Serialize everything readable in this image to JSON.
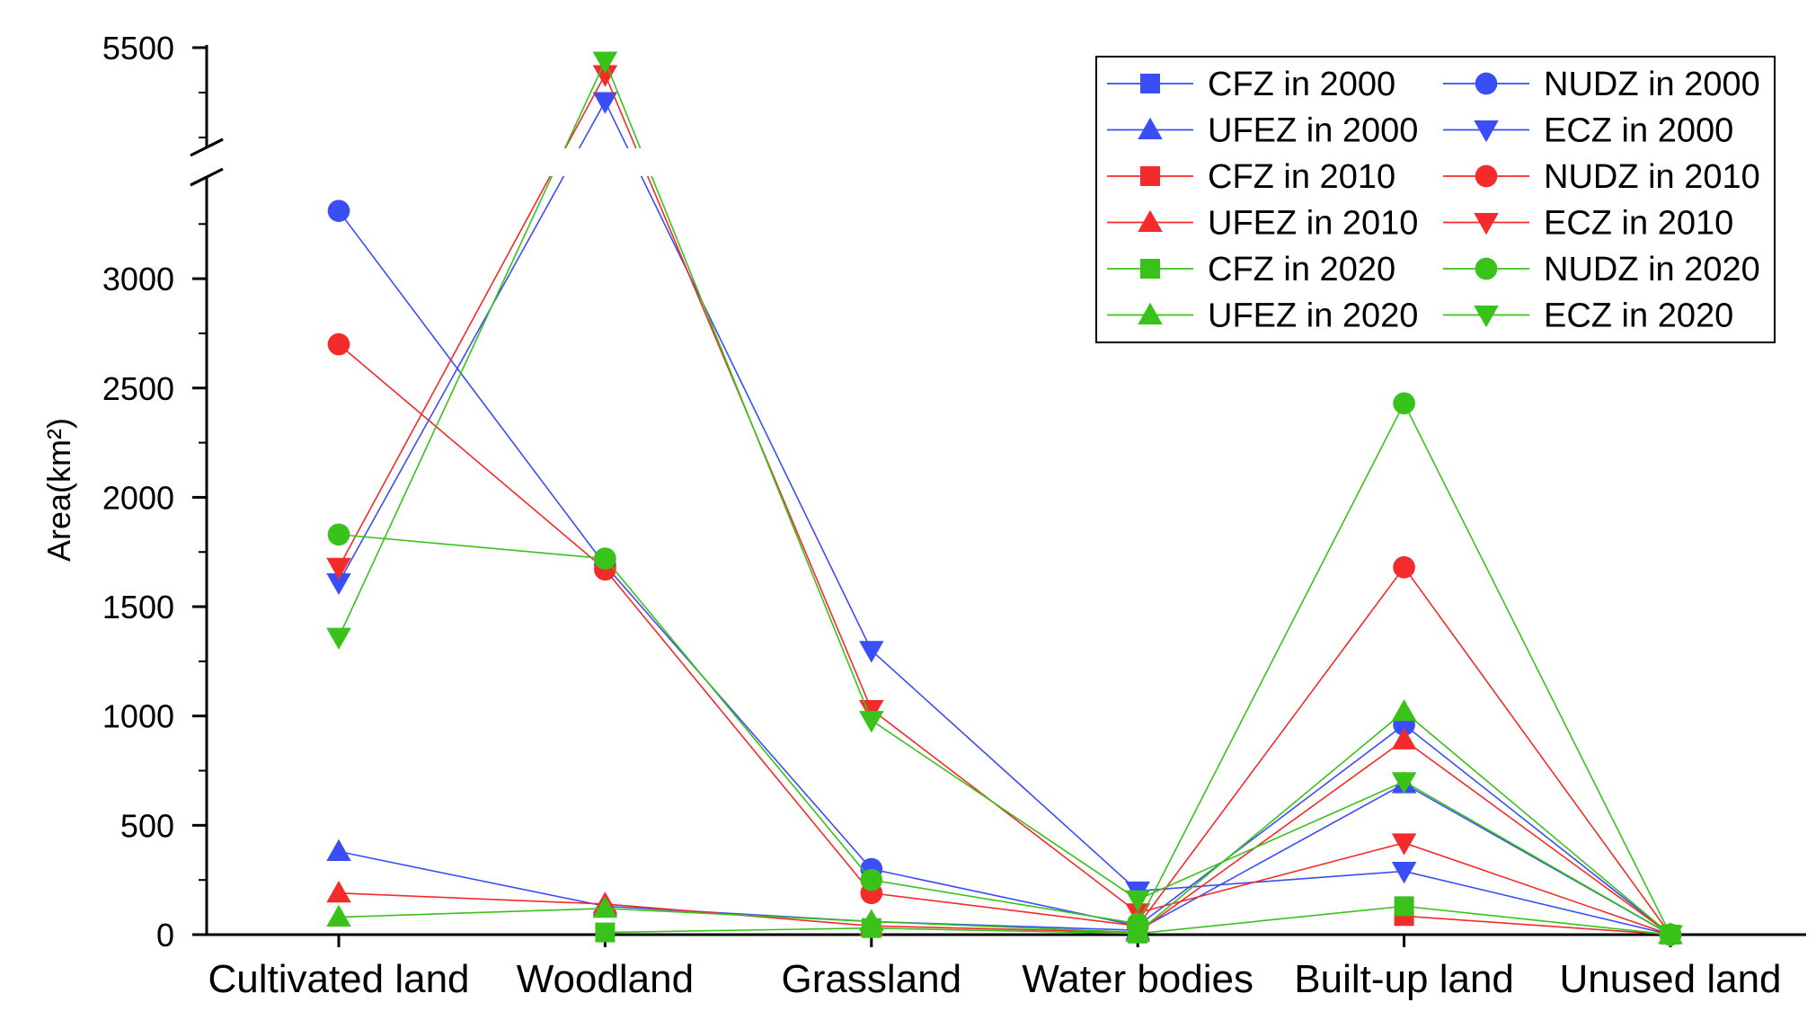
{
  "chart_data": {
    "type": "line",
    "title": "",
    "xlabel": "",
    "ylabel": "Area(km²)",
    "categories": [
      "Cultivated land",
      "Woodland",
      "Grassland",
      "Water bodies",
      "Built-up land",
      "Unused land"
    ],
    "y_axis": {
      "break": true,
      "lower_range": [
        0,
        3500
      ],
      "upper_range": [
        5100,
        5500
      ],
      "ticks": [
        0,
        500,
        1000,
        1500,
        2000,
        2500,
        3000,
        5500
      ]
    },
    "grid": false,
    "legend_position": "top-right",
    "colors": {
      "2000": "#3a4ef5",
      "2010": "#f52a2a",
      "2020": "#39c21a"
    },
    "series": [
      {
        "name": "CFZ in 2000",
        "zone": "CFZ",
        "year": "2000",
        "marker": "square",
        "values": [
          null,
          null,
          null,
          null,
          null,
          null
        ]
      },
      {
        "name": "NUDZ in 2000",
        "zone": "NUDZ",
        "year": "2000",
        "marker": "circle",
        "values": [
          3310,
          1690,
          300,
          40,
          960,
          0
        ]
      },
      {
        "name": "UFEZ in 2000",
        "zone": "UFEZ",
        "year": "2000",
        "marker": "triangle-up",
        "values": [
          380,
          130,
          60,
          20,
          690,
          0
        ]
      },
      {
        "name": "ECZ in 2000",
        "zone": "ECZ",
        "year": "2000",
        "marker": "triangle-down",
        "values": [
          1610,
          5380,
          1300,
          200,
          290,
          0
        ]
      },
      {
        "name": "CFZ in 2010",
        "zone": "CFZ",
        "year": "2010",
        "marker": "square",
        "values": [
          null,
          null,
          null,
          null,
          85,
          0
        ]
      },
      {
        "name": "NUDZ in 2010",
        "zone": "NUDZ",
        "year": "2010",
        "marker": "circle",
        "values": [
          2700,
          1670,
          190,
          40,
          1680,
          0
        ]
      },
      {
        "name": "UFEZ in 2010",
        "zone": "UFEZ",
        "year": "2010",
        "marker": "triangle-up",
        "values": [
          190,
          140,
          40,
          10,
          890,
          0
        ]
      },
      {
        "name": "ECZ in 2010",
        "zone": "ECZ",
        "year": "2010",
        "marker": "triangle-down",
        "values": [
          1680,
          5440,
          1030,
          100,
          420,
          0
        ]
      },
      {
        "name": "CFZ in 2020",
        "zone": "CFZ",
        "year": "2020",
        "marker": "square",
        "values": [
          null,
          10,
          30,
          5,
          130,
          0
        ]
      },
      {
        "name": "NUDZ in 2020",
        "zone": "NUDZ",
        "year": "2020",
        "marker": "circle",
        "values": [
          1830,
          1720,
          250,
          50,
          2430,
          0
        ]
      },
      {
        "name": "UFEZ in 2020",
        "zone": "UFEZ",
        "year": "2020",
        "marker": "triangle-up",
        "values": [
          80,
          120,
          60,
          10,
          1020,
          0
        ]
      },
      {
        "name": "ECZ in 2020",
        "zone": "ECZ",
        "year": "2020",
        "marker": "triangle-down",
        "values": [
          1360,
          5470,
          980,
          160,
          700,
          0
        ]
      }
    ]
  }
}
